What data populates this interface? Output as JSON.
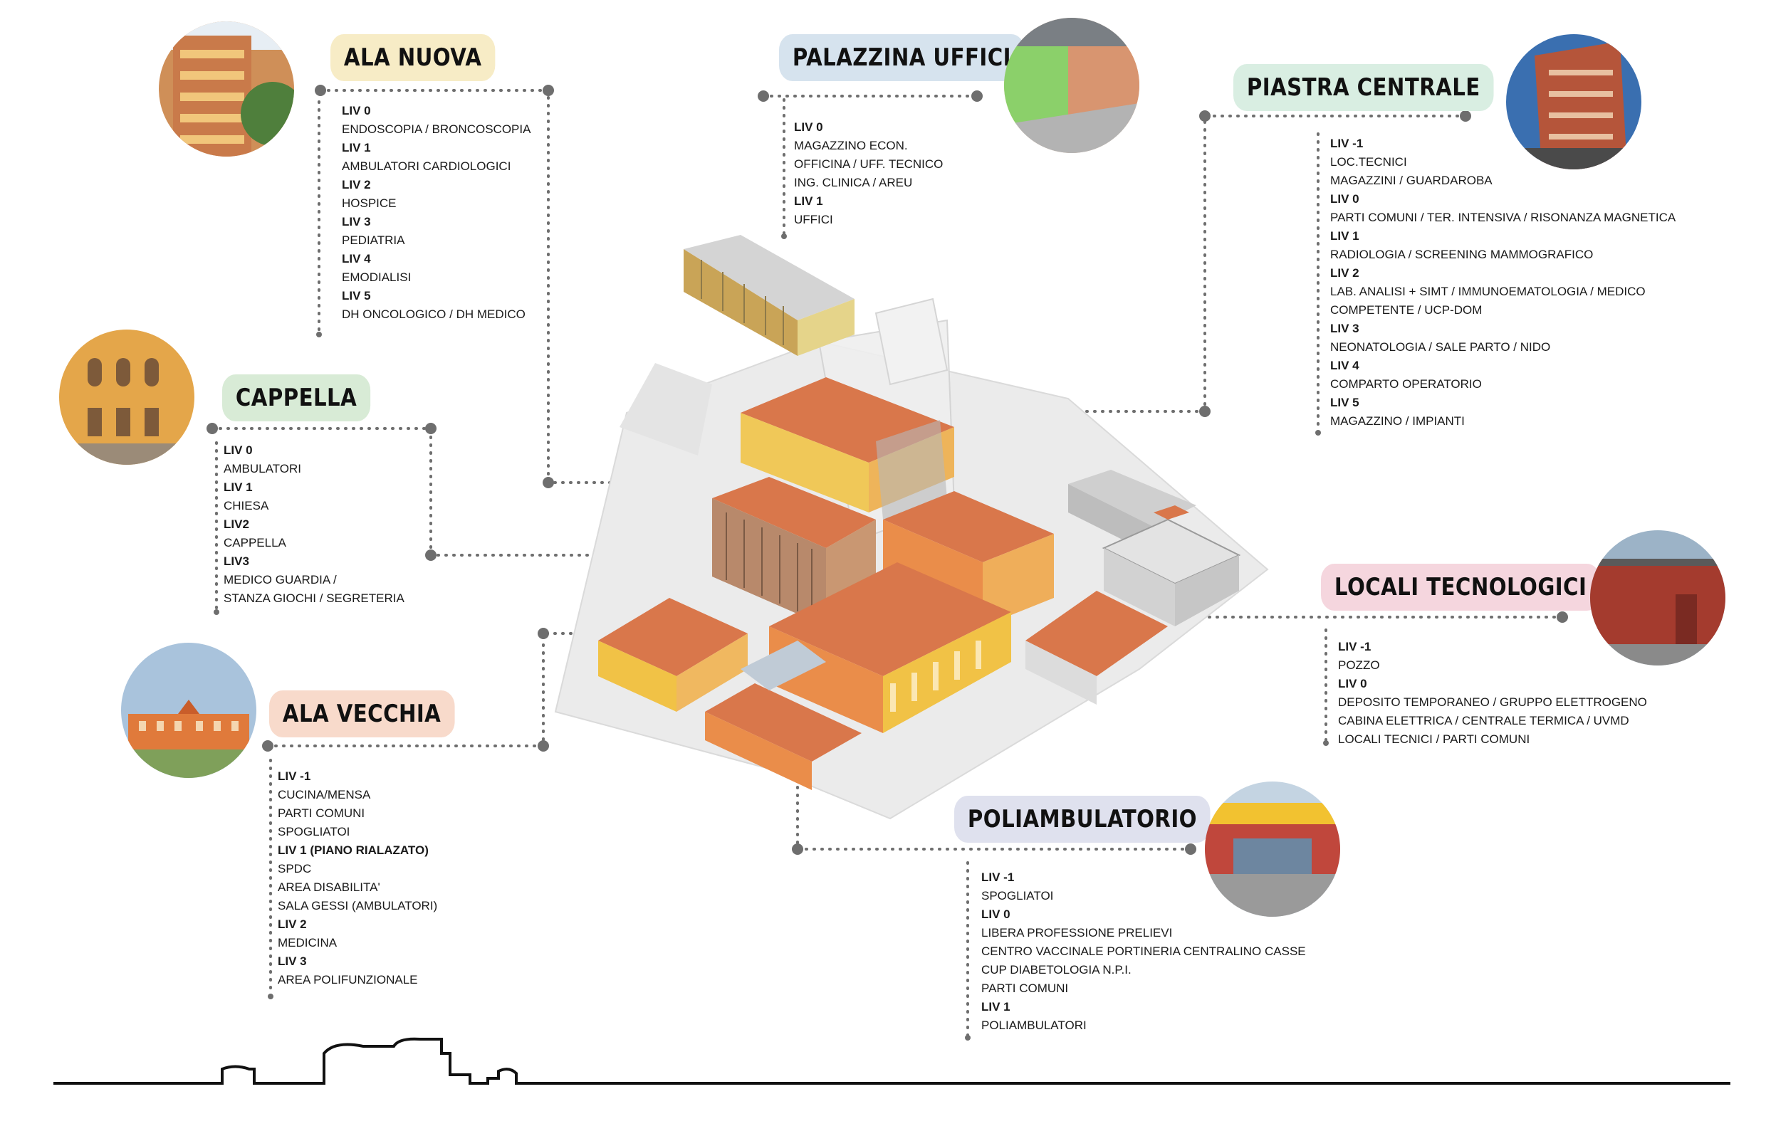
{
  "colors": {
    "roof": "#d9774b",
    "wall_orange": "#ea8d4a",
    "wall_yellow": "#f1c246",
    "ghost": "#e6e6e6",
    "dots": "#6e6e6e"
  },
  "buildings": {
    "ala_nuova": {
      "title": "ALA NUOVA",
      "pill_color": "#f7ecc6",
      "levels": [
        {
          "label": "LIV 0",
          "services": [
            "ENDOSCOPIA / BRONCOSCOPIA"
          ]
        },
        {
          "label": "LIV 1",
          "services": [
            "AMBULATORI CARDIOLOGICI"
          ]
        },
        {
          "label": "LIV 2",
          "services": [
            "HOSPICE"
          ]
        },
        {
          "label": "LIV 3",
          "services": [
            "PEDIATRIA"
          ]
        },
        {
          "label": "LIV 4",
          "services": [
            "EMODIALISI"
          ]
        },
        {
          "label": "LIV 5",
          "services": [
            "DH ONCOLOGICO / DH MEDICO"
          ]
        }
      ]
    },
    "palazzina_uffici": {
      "title": "PALAZZINA UFFICI",
      "pill_color": "#d6e3ee",
      "levels": [
        {
          "label": "LIV 0",
          "services": [
            "MAGAZZINO ECON.",
            "OFFICINA / UFF. TECNICO",
            "ING. CLINICA / AREU"
          ]
        },
        {
          "label": "LIV 1",
          "services": [
            "UFFICI"
          ]
        }
      ]
    },
    "piastra_centrale": {
      "title": "PIASTRA CENTRALE",
      "pill_color": "#d9eee2",
      "levels": [
        {
          "label": "LIV -1",
          "services": [
            "LOC.TECNICI",
            "MAGAZZINI / GUARDAROBA"
          ]
        },
        {
          "label": "LIV 0",
          "services": [
            "PARTI COMUNI / TER. INTENSIVA / RISONANZA MAGNETICA"
          ]
        },
        {
          "label": "LIV 1",
          "services": [
            "RADIOLOGIA / SCREENING MAMMOGRAFICO"
          ]
        },
        {
          "label": "LIV 2",
          "services": [
            "LAB. ANALISI + SIMT / IMMUNOEMATOLOGIA / MEDICO COMPETENTE / UCP-DOM"
          ]
        },
        {
          "label": "LIV 3",
          "services": [
            "NEONATOLOGIA / SALE PARTO / NIDO"
          ]
        },
        {
          "label": "LIV 4",
          "services": [
            "COMPARTO OPERATORIO"
          ]
        },
        {
          "label": "LIV 5",
          "services": [
            "MAGAZZINO / IMPIANTI"
          ]
        }
      ]
    },
    "cappella": {
      "title": "CAPPELLA",
      "pill_color": "#d8ebd6",
      "levels": [
        {
          "label": "LIV 0",
          "services": [
            "AMBULATORI"
          ]
        },
        {
          "label": "LIV 1",
          "services": [
            "CHIESA"
          ]
        },
        {
          "label": "LIV2",
          "services": [
            "CAPPELLA"
          ]
        },
        {
          "label": "LIV3",
          "services": [
            "MEDICO GUARDIA /",
            "STANZA GIOCHI / SEGRETERIA"
          ]
        }
      ]
    },
    "locali_tecnologici": {
      "title": "LOCALI TECNOLOGICI",
      "pill_color": "#f5d6de",
      "levels": [
        {
          "label": "LIV -1",
          "services": [
            "POZZO"
          ]
        },
        {
          "label": "LIV 0",
          "services": [
            "DEPOSITO TEMPORANEO / GRUPPO ELETTROGENO",
            "CABINA  ELETTRICA  /  CENTRALE  TERMICA  /  UVMD",
            "LOCALI TECNICI / PARTI COMUNI"
          ]
        }
      ]
    },
    "ala_vecchia": {
      "title": "ALA VECCHIA",
      "pill_color": "#f8dacb",
      "levels": [
        {
          "label": "LIV -1",
          "services": [
            "CUCINA/MENSA",
            "PARTI COMUNI",
            "SPOGLIATOI"
          ]
        },
        {
          "label": "LIV 1 (PIANO RIALAZATO)",
          "services": [
            "SPDC",
            "AREA DISABILITA'",
            "SALA GESSI (AMBULATORI)"
          ]
        },
        {
          "label": "LIV 2",
          "services": [
            "MEDICINA"
          ]
        },
        {
          "label": "LIV 3",
          "services": [
            "AREA POLIFUNZIONALE"
          ]
        }
      ]
    },
    "poliambulatorio": {
      "title": "POLIAMBULATORIO",
      "pill_color": "#dfe1ee",
      "levels": [
        {
          "label": "LIV -1",
          "services": [
            "SPOGLIATOI"
          ]
        },
        {
          "label": "LIV 0",
          "services": [
            "LIBERA PROFESSIONE PRELIEVI",
            "CENTRO VACCINALE PORTINERIA CENTRALINO CASSE",
            "CUP DIABETOLOGIA  N.P.I.",
            "PARTI COMUNI"
          ]
        },
        {
          "label": "LIV 1",
          "services": [
            "POLIAMBULATORI"
          ]
        }
      ]
    }
  },
  "photos": {
    "ala_nuova": "building-facade-photo",
    "palazzina_uffici": "office-street-photo",
    "piastra_centrale": "brick-building-photo",
    "cappella": "yellow-building-photo",
    "locali_tecnologici": "tech-building-photo",
    "ala_vecchia": "historic-facade-photo",
    "poliambulatorio": "clinic-entrance-photo"
  }
}
